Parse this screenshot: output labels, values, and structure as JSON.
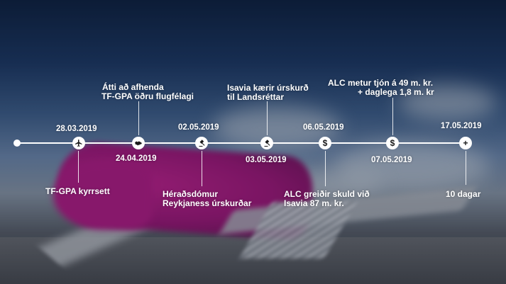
{
  "events": [
    {
      "date": "28.03.2019",
      "text": [
        "TF-GPA kyrrsett"
      ],
      "icon": "airplane-icon"
    },
    {
      "date": "24.04.2019",
      "text": [
        "Átti að afhenda",
        "TF-GPA öðru flugfélagi"
      ],
      "icon": "handshake-icon"
    },
    {
      "date": "02.05.2019",
      "text": [
        "Héraðsdómur",
        "Reykjaness úrskurðar"
      ],
      "icon": "gavel-icon"
    },
    {
      "date": "03.05.2019",
      "text": [
        "Isavia kærir úrskurð",
        "til Landsréttar"
      ],
      "icon": "gavel-icon"
    },
    {
      "date": "06.05.2019",
      "text": [
        "ALC greiðir skuld við",
        "Isavia 87 m. kr."
      ],
      "icon": "dollar-icon"
    },
    {
      "date": "07.05.2019",
      "text": [
        "ALC metur tjón á 49 m. kr.",
        "+ daglega 1,8 m. kr"
      ],
      "icon": "dollar-icon"
    },
    {
      "date": "17.05.2019",
      "text": [
        "10 dagar"
      ],
      "icon": "plus-icon"
    }
  ],
  "glyphs": {
    "dollar": "$",
    "plus": "+"
  },
  "colors": {
    "accent_line": "#ffffff",
    "plane": "#b81a86",
    "sky": "#1c3762"
  }
}
